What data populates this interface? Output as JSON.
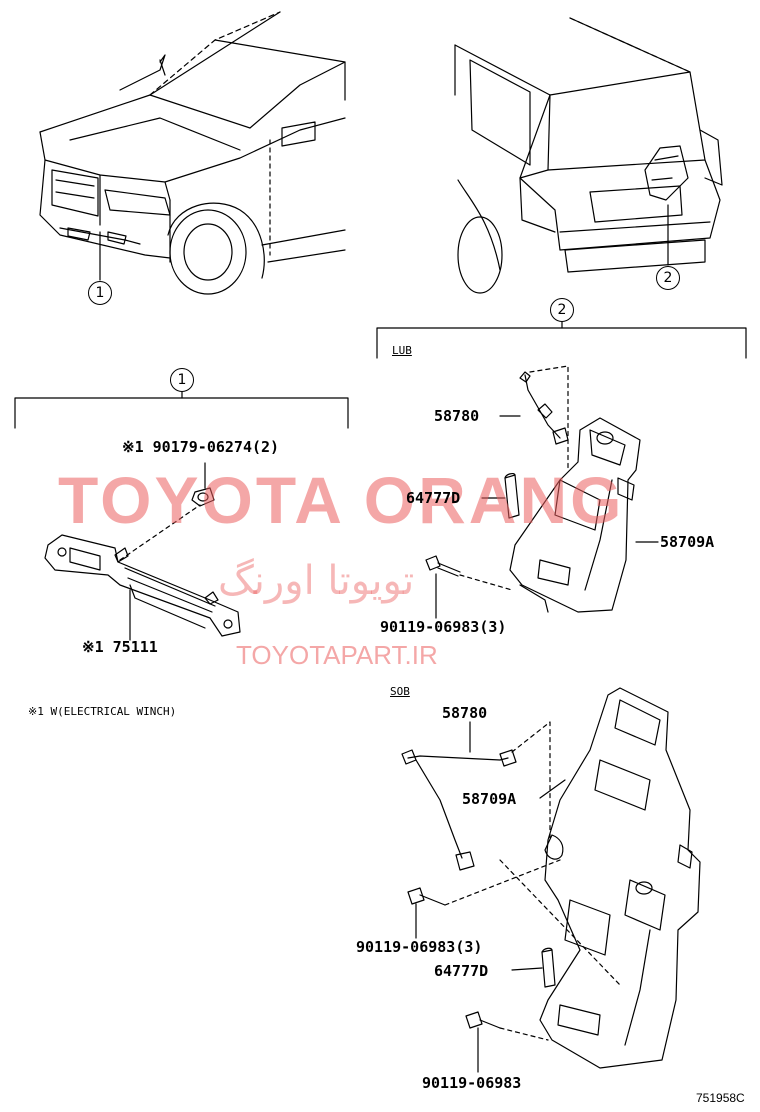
{
  "views": {
    "front_callout": "1",
    "rear_callout": "2",
    "front_group_callout": "1",
    "rear_group_callout": "2"
  },
  "variants": {
    "lub": "LUB",
    "sob": "SOB"
  },
  "parts": {
    "front_nut": "※1 90179-06274(2)",
    "front_bracket": "※1 75111",
    "lub_cable": "58780",
    "lub_pin": "64777D",
    "lub_bracket": "58709A",
    "lub_bolt": "90119-06983(3)",
    "sob_cable": "58780",
    "sob_bracket": "58709A",
    "sob_bolt_a": "90119-06983(3)",
    "sob_pin": "64777D",
    "sob_bolt_b": "90119-06983"
  },
  "notes": {
    "footnote": "※1 W(ELECTRICAL WINCH)",
    "drawing_number": "751958C"
  },
  "watermark": {
    "brand_en": "TOYOTA ORANG",
    "brand_fa": "تویوتا اورنگ",
    "site": "TOYOTAPART.IR",
    "color": "#eb5f5f"
  }
}
